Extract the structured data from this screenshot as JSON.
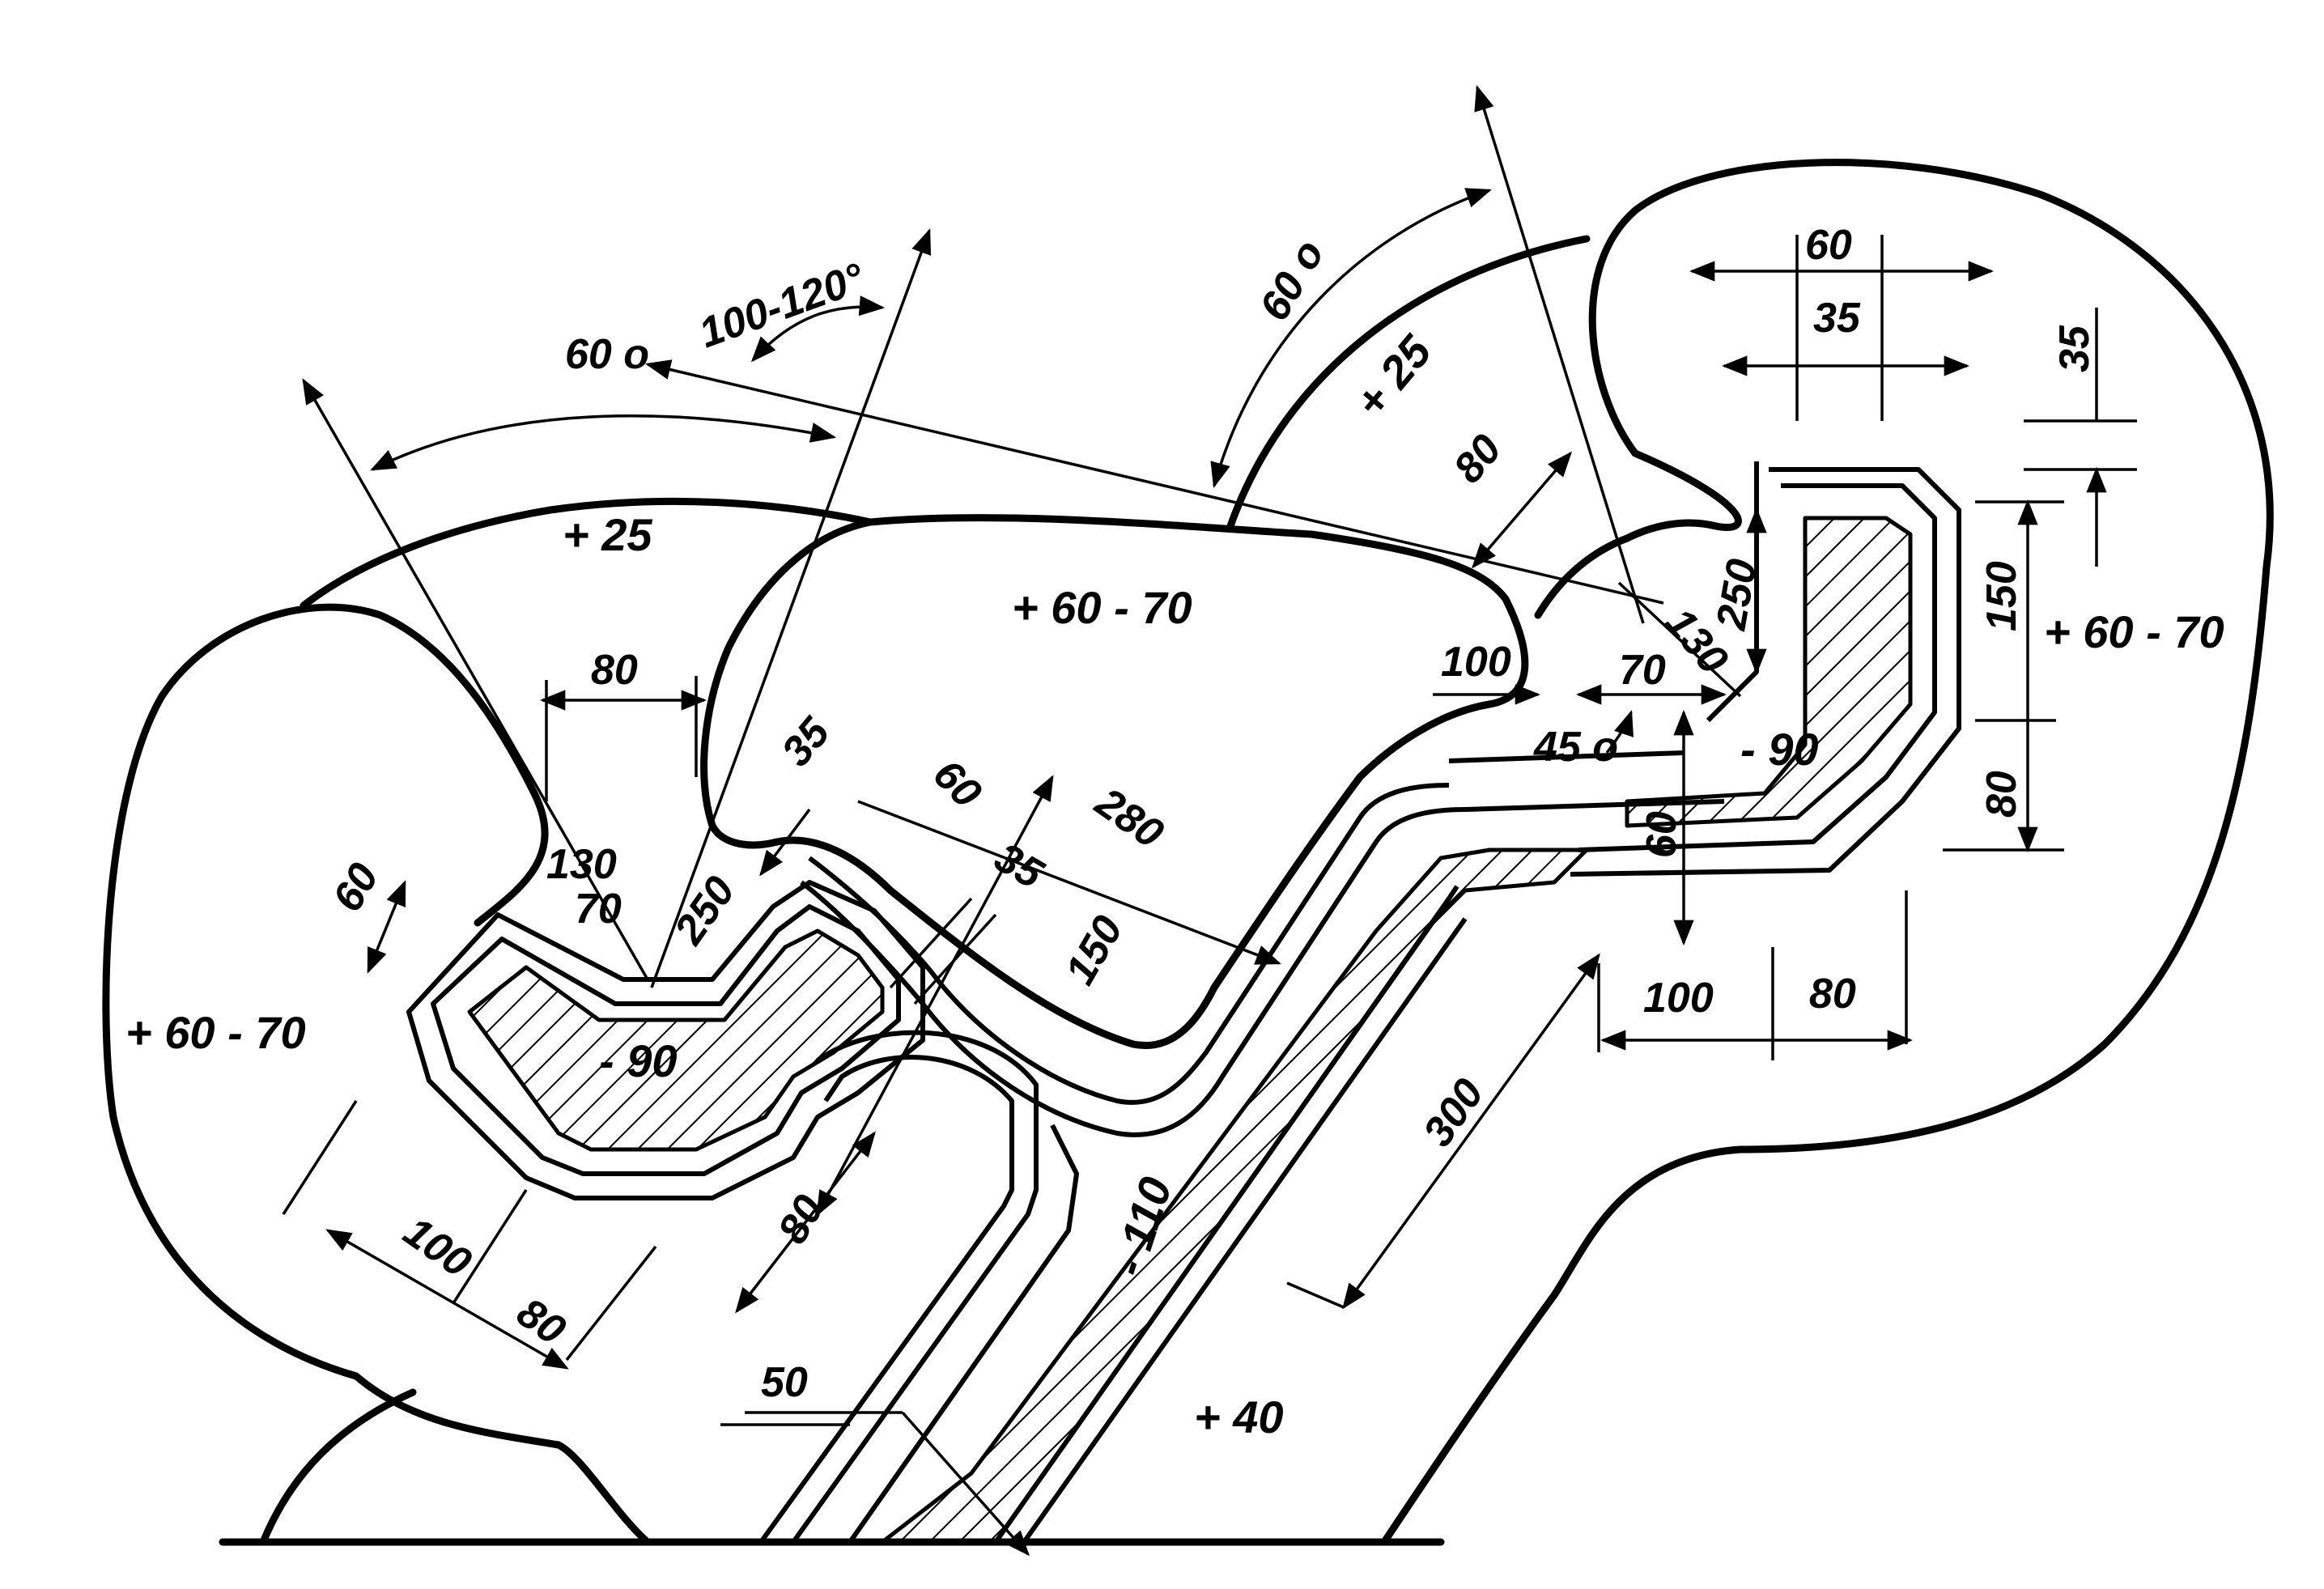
{
  "zones": {
    "left_body": "+ 60 - 70",
    "left_top": "+ 25",
    "center": "+ 60 - 70",
    "right_top": "+ 25",
    "right_body": "+ 60 - 70",
    "bottom_right": "+ 40",
    "left_channel": "- 90",
    "right_channel": "- 90",
    "diagonal_channel": "- 110"
  },
  "angles": {
    "left_arc": "60 o",
    "left_bracket": "100-120°",
    "right_arc": "60 o",
    "right_small": "45 o"
  },
  "dimensions": {
    "d80_top_left": "80",
    "d130_left": "130",
    "d70_left": "70",
    "d250_left": "250",
    "d60_left": "60",
    "d35_center": "35",
    "d60_center": "60",
    "d35_center_b": "35",
    "d280": "280",
    "d150_center": "150",
    "d100_left_bottom": "100",
    "d80_left_bottom": "80",
    "d80_center_bottom": "80",
    "d50": "50",
    "d300": "300",
    "d100_right": "100",
    "d70_right": "70",
    "d80_right_top": "80",
    "d130_right": "130",
    "d250_right": "250",
    "d60_top": "60",
    "d35_top": "35",
    "d35_far_right": "35",
    "d150_right": "150",
    "d80_far_right": "80",
    "d60_right_vert": "60",
    "d100_right_bottom": "100",
    "d80_right_bottom": "80"
  }
}
